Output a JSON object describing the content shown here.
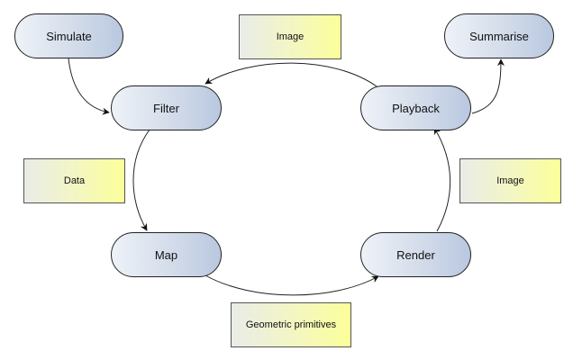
{
  "diagram": {
    "nodes": {
      "simulate": "Simulate",
      "filter": "Filter",
      "map": "Map",
      "render": "Render",
      "playback": "Playback",
      "summarise": "Summarise"
    },
    "notes": {
      "filter_to_map": "Data",
      "map_to_render": "Geometric primitives",
      "render_to_playback": "Image",
      "playback_to_filter": "Image"
    },
    "edges": [
      {
        "from": "Simulate",
        "to": "Filter"
      },
      {
        "from": "Filter",
        "to": "Map"
      },
      {
        "from": "Map",
        "to": "Render"
      },
      {
        "from": "Render",
        "to": "Playback"
      },
      {
        "from": "Playback",
        "to": "Filter"
      },
      {
        "from": "Playback",
        "to": "Summarise"
      }
    ],
    "colors": {
      "node_fill_light": "#eef2f8",
      "node_fill_dark": "#b9c8e0",
      "note_fill_light": "#e9ece8",
      "note_fill_dark": "#fbff99",
      "stroke": "#222222"
    }
  }
}
